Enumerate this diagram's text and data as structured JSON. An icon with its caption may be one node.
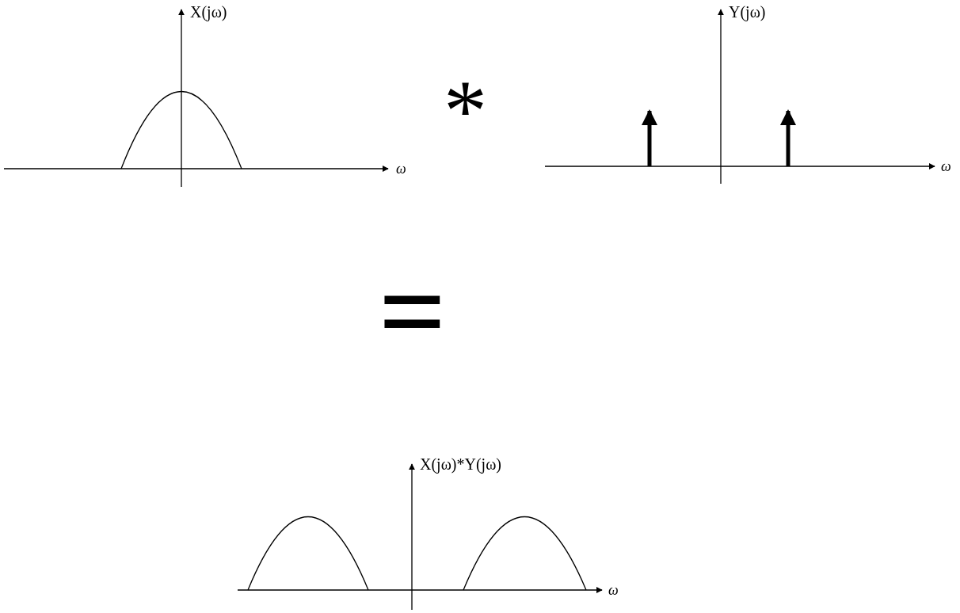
{
  "diagram": {
    "labels": [
      "X(jω)",
      "Y(jω)",
      "*",
      "ω",
      "ω",
      "=",
      "X(jω)*Y(jω)",
      "ω"
    ]
  }
}
